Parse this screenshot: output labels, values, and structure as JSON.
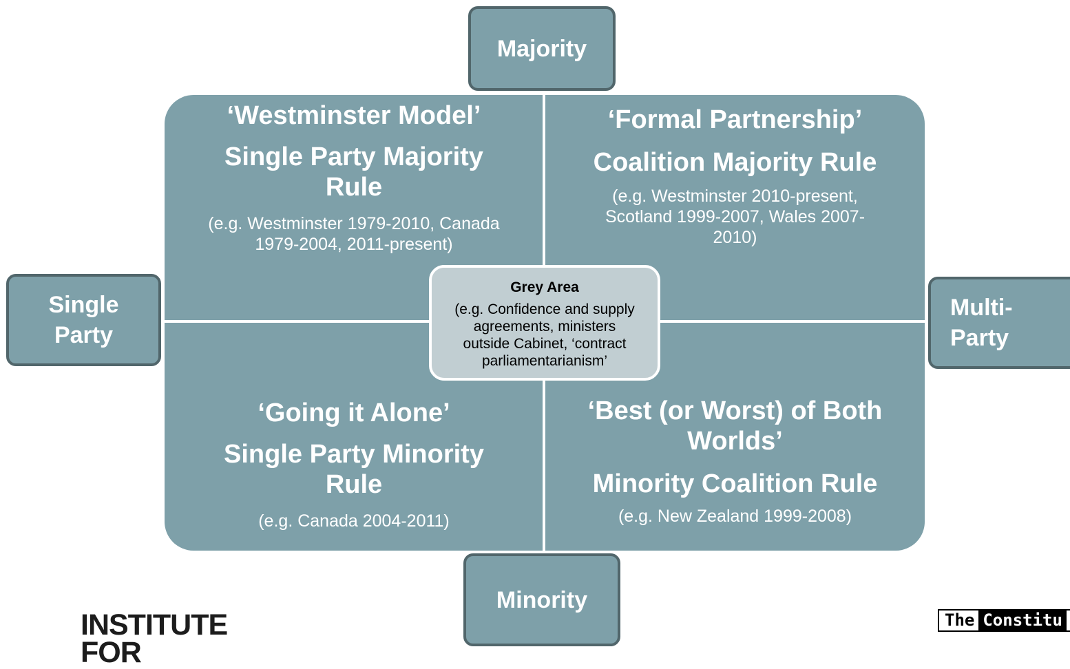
{
  "axes": {
    "top": "Majority",
    "bottom": "Minority",
    "left": [
      "Single",
      "Party"
    ],
    "right": [
      "Multi-",
      "Party"
    ]
  },
  "quadrants": {
    "top_left": {
      "nickname": "‘Westminster Model’",
      "title": [
        "Single Party Majority",
        "Rule"
      ],
      "examples": [
        "(e.g. Westminster 1979-2010, Canada",
        "1979-2004, 2011-present)"
      ]
    },
    "top_right": {
      "nickname": "‘Formal Partnership’",
      "title": [
        "Coalition Majority Rule"
      ],
      "examples": [
        "(e.g. Westminster 2010-present,",
        "Scotland 1999-2007, Wales 2007-",
        "2010)"
      ]
    },
    "bottom_left": {
      "nickname": "‘Going it Alone’",
      "title": [
        "Single Party Minority",
        "Rule"
      ],
      "examples": [
        "(e.g. Canada 2004-2011)"
      ]
    },
    "bottom_right": {
      "nickname": [
        "‘Best (or Worst) of Both",
        "Worlds’"
      ],
      "title": [
        "Minority Coalition Rule"
      ],
      "examples": [
        "(e.g. New Zealand 1999-2008)"
      ]
    }
  },
  "grey_area": {
    "title": "Grey Area",
    "examples": [
      "(e.g. Confidence and supply",
      "agreements, ministers",
      "outside Cabinet, ‘contract",
      "parliamentarianism’"
    ]
  },
  "footer": {
    "logo_line1": "INSTITUTE",
    "logo_line2": "FOR",
    "badge_left": "The",
    "badge_right": "Constitu"
  },
  "colors": {
    "panel": "#7ea0a9",
    "tab_border": "#51666b",
    "grey_area": "#c1ced2"
  }
}
